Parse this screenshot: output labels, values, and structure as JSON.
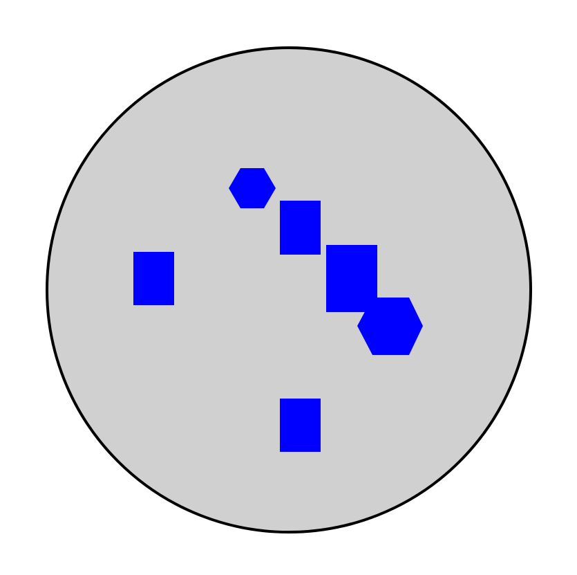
{
  "colors": {
    "background": "#ffffff",
    "dish_fill": "#d0d0d0",
    "dish_stroke": "#000000",
    "shape_fill": "#0000ff"
  },
  "shapes": [
    {
      "kind": "hexagon",
      "name": "hexagon-small"
    },
    {
      "kind": "rectangle",
      "name": "rectangle-upper-middle"
    },
    {
      "kind": "rectangle",
      "name": "square-right"
    },
    {
      "kind": "hexagon",
      "name": "hexagon-large"
    },
    {
      "kind": "rectangle",
      "name": "rectangle-left"
    },
    {
      "kind": "rectangle",
      "name": "rectangle-bottom"
    }
  ]
}
